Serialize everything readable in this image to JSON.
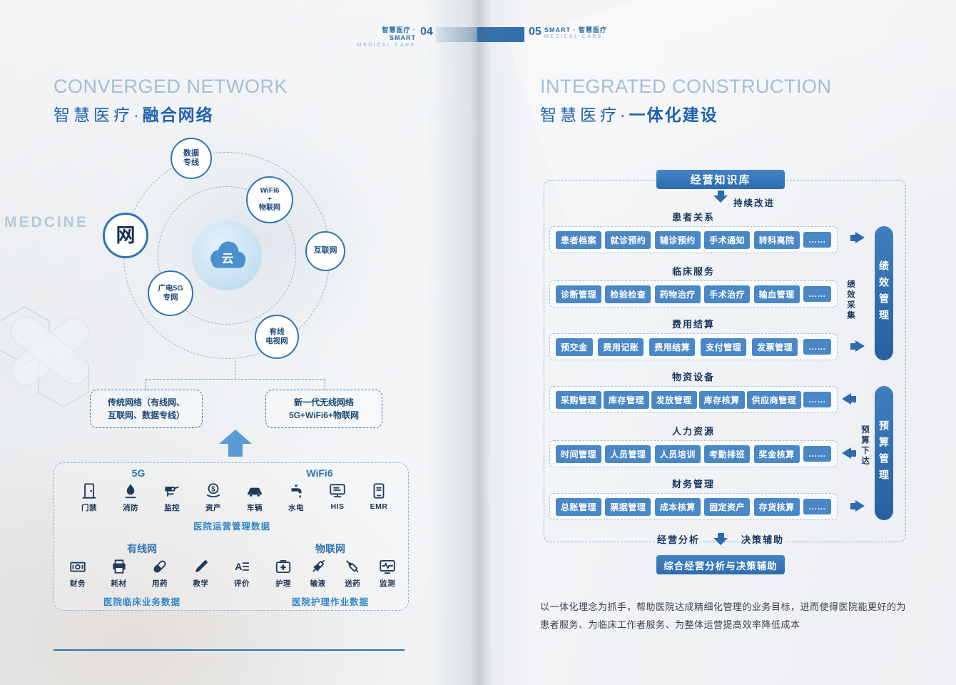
{
  "header": {
    "left_brand_line1": "智慧医疗 · SMART",
    "left_brand_line2": "MEDICAL CARE",
    "left_page_number": "04",
    "right_page_number": "05",
    "right_brand_line1": "SMART · 智慧医疗",
    "right_brand_line2": "MEDICAL CARE"
  },
  "left_page": {
    "title_en": "CONVERGED NETWORK",
    "title_zh_prefix": "智慧医疗·",
    "title_zh_emphasis": "融合网络",
    "background_word": "MEDCINE",
    "network_diagram": {
      "hub_label": "云",
      "gateway_label": "网",
      "node_data_line": "数据\n专线",
      "node_wifi6": "WiFi6\n+\n物联网",
      "node_internet": "互联网",
      "node_5g": "广电5G\n专网",
      "node_catv": "有线\n电视网"
    },
    "summary_boxes": {
      "traditional": "传统网络（有线网、\n互联网、数据专线）",
      "next_gen": "新一代无线网络\n5G+WiFi6+物联网"
    },
    "icon_panel": {
      "row1_group1_label": "5G",
      "row1_group2_label": "WiFi6",
      "row1_items": [
        "门禁",
        "消防",
        "监控",
        "资产",
        "车辆",
        "水电",
        "HIS",
        "EMR"
      ],
      "row1_caption": "医院运营管理数据",
      "row2_group1_label": "有线网",
      "row2_group2_label": "物联网",
      "row2_items": [
        "财务",
        "耗材",
        "用药",
        "教学",
        "评价",
        "护理",
        "输液",
        "送药",
        "监测"
      ],
      "row2_caption_left": "医院临床业务数据",
      "row2_caption_right": "医院护理作业数据"
    }
  },
  "right_page": {
    "title_en": "INTEGRATED CONSTRUCTION",
    "title_zh_prefix": "智慧医疗·",
    "title_zh_emphasis": "一体化建设",
    "knowledge_base_box": "经营知识库",
    "continuous_improvement_label": "持续改进",
    "groups": [
      {
        "title": "患者关系",
        "items": [
          "患者档案",
          "就诊预约",
          "辅诊预约",
          "手术通知",
          "转科离院",
          "……"
        ]
      },
      {
        "title": "临床服务",
        "items": [
          "诊断管理",
          "检验检查",
          "药物治疗",
          "手术治疗",
          "输血管理",
          "……"
        ]
      },
      {
        "title": "费用结算",
        "items": [
          "预交金",
          "费用记账",
          "费用结算",
          "支付管理",
          "发票管理",
          "……"
        ]
      },
      {
        "title": "物资设备",
        "items": [
          "采购管理",
          "库存管理",
          "发放管理",
          "库存核算",
          "供应商管理",
          "……"
        ]
      },
      {
        "title": "人力资源",
        "items": [
          "时间管理",
          "人员管理",
          "人员培训",
          "考勤排班",
          "奖金核算",
          "……"
        ]
      },
      {
        "title": "财务管理",
        "items": [
          "总账管理",
          "票据管理",
          "成本核算",
          "固定资产",
          "存货核算",
          "……"
        ]
      }
    ],
    "performance_bar": "绩效管理",
    "performance_label": "绩效采集",
    "budget_bar": "预算管理",
    "budget_label": "预算下达",
    "analysis_label": "经营分析",
    "decision_label": "决策辅助",
    "bottom_box": "综合经营分析与决策辅助",
    "footer_text": "以一体化理念为抓手，帮助医院达成精细化管理的业务目标，进而使得医院能更好的为患者服务、为临床工作者服务、为整体运营提高效率降低成本"
  },
  "colors": {
    "accent_blue": "#2d6bae",
    "chip_blue": "#4a87c7",
    "title_light_blue": "#a5bed4",
    "title_blue": "#1f61ad",
    "dark_navy": "#203a5c",
    "caption_blue": "#2f86c8"
  }
}
